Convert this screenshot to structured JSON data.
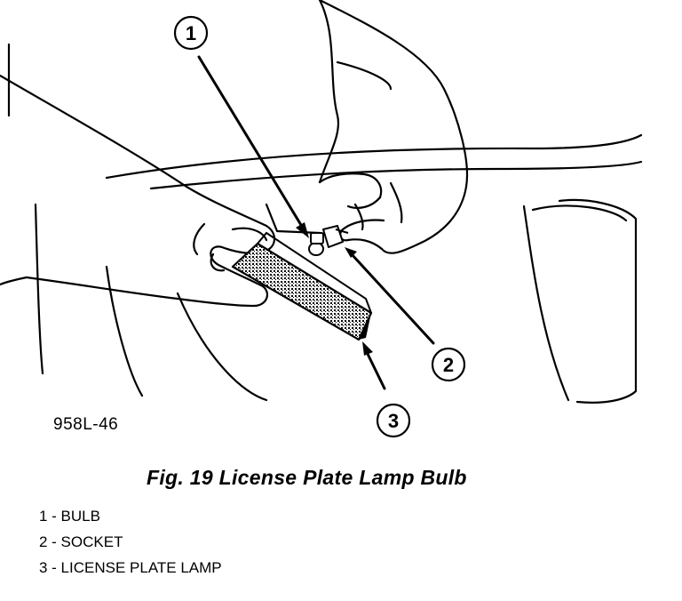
{
  "figure": {
    "id": "958L-46",
    "caption": "Fig. 19 License Plate Lamp Bulb"
  },
  "callouts": [
    {
      "number": "1"
    },
    {
      "number": "2"
    },
    {
      "number": "3"
    }
  ],
  "legend": [
    {
      "text": "1 - BULB"
    },
    {
      "text": "2 - SOCKET"
    },
    {
      "text": "3 - LICENSE PLATE LAMP"
    }
  ],
  "colors": {
    "ink": "#000000",
    "paper": "#ffffff"
  }
}
